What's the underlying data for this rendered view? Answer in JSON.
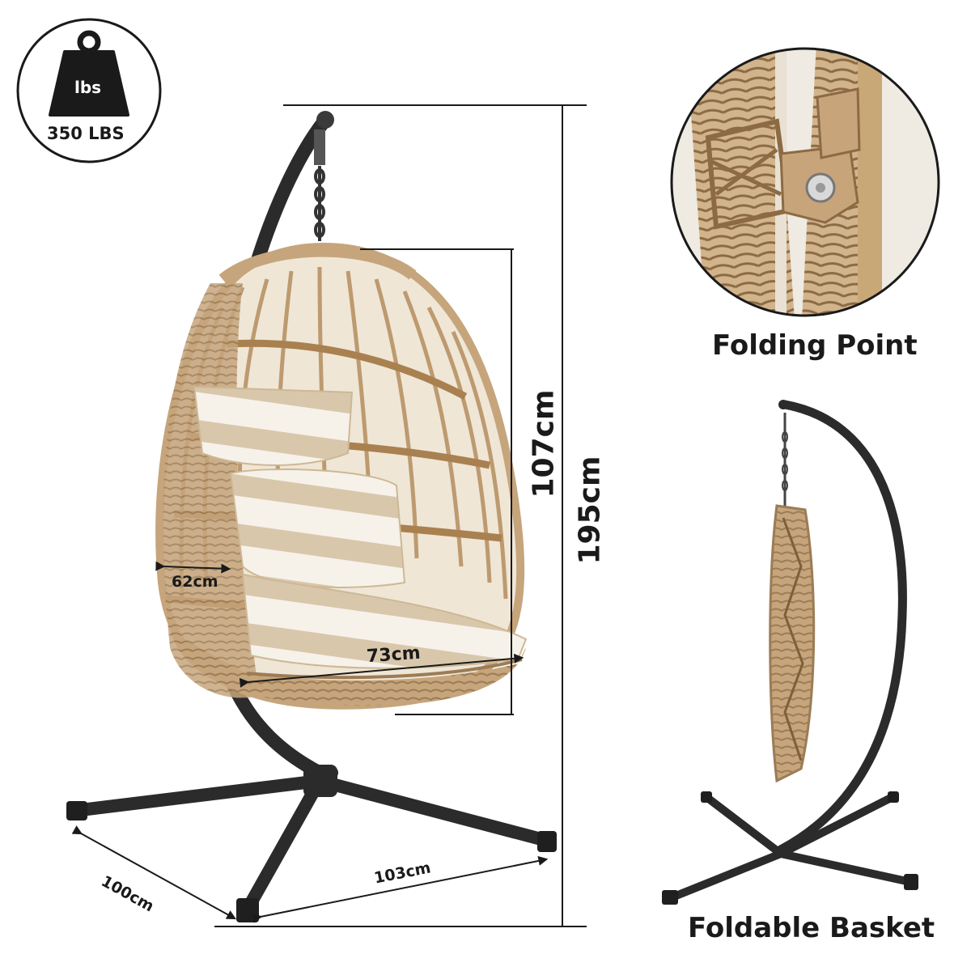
{
  "badge": {
    "icon_text": "lbs",
    "capacity": "350 LBS"
  },
  "dimensions": {
    "total_height": "195cm",
    "basket_height": "107cm",
    "seat_depth": "62cm",
    "seat_width": "73cm",
    "base_depth": "100cm",
    "base_width": "103cm"
  },
  "callouts": {
    "folding_point": "Folding Point",
    "foldable_basket": "Foldable Basket"
  },
  "colors": {
    "rattan": "#c6a57c",
    "rattan_dark": "#9c7c55",
    "cushion_stripe": "#d9c7ac",
    "cushion_white": "#f6f2ea",
    "frame": "#2b2b2b",
    "ink": "#1a1a1a"
  },
  "icons": [
    "weight-icon",
    "hanging-egg-chair-illustration",
    "folding-hinge-closeup",
    "folded-chair-illustration"
  ]
}
